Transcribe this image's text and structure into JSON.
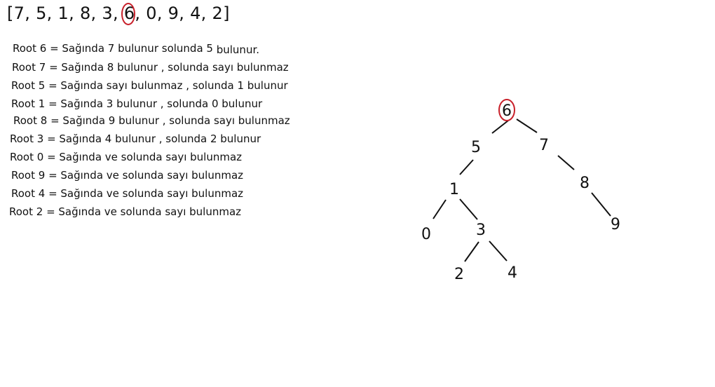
{
  "array": {
    "open": "[",
    "before": [
      "7",
      "5",
      "1",
      "8",
      "3"
    ],
    "root": "6",
    "after": [
      "0",
      "9",
      "4",
      "2"
    ],
    "close": "]",
    "separator": ", "
  },
  "rules": [
    "Root 6 = Sağında 7 bulunur solunda 5",
    "Root 7 = Sağında 8 bulunur , solunda sayı bulunmaz",
    "Root 5 = Sağında sayı bulunmaz , solunda 1 bulunur",
    "Root 1 = Sağında 3 bulunur , solunda 0 bulunur",
    "Root 8 = Sağında 9 bulunur , solunda sayı bulunmaz",
    "Root 3 = Sağında 4 bulunur , solunda 2 bulunur",
    "Root 0 = Sağında ve solunda sayı bulunmaz",
    "Root 9 = Sağında ve solunda sayı bulunmaz",
    "Root 4 = Sağında ve solunda sayı bulunmaz",
    "Root 2 = Sağında ve solunda sayı bulunmaz"
  ],
  "rule_tail": "bulunur.",
  "tree": {
    "root": "6",
    "nodes": [
      "6",
      "5",
      "7",
      "1",
      "8",
      "0",
      "3",
      "9",
      "2",
      "4"
    ],
    "edges": [
      [
        "6",
        "5"
      ],
      [
        "6",
        "7"
      ],
      [
        "5",
        "1"
      ],
      [
        "7",
        "8"
      ],
      [
        "1",
        "0"
      ],
      [
        "1",
        "3"
      ],
      [
        "8",
        "9"
      ],
      [
        "3",
        "2"
      ],
      [
        "3",
        "4"
      ]
    ],
    "highlight_color": "#c8202a"
  }
}
